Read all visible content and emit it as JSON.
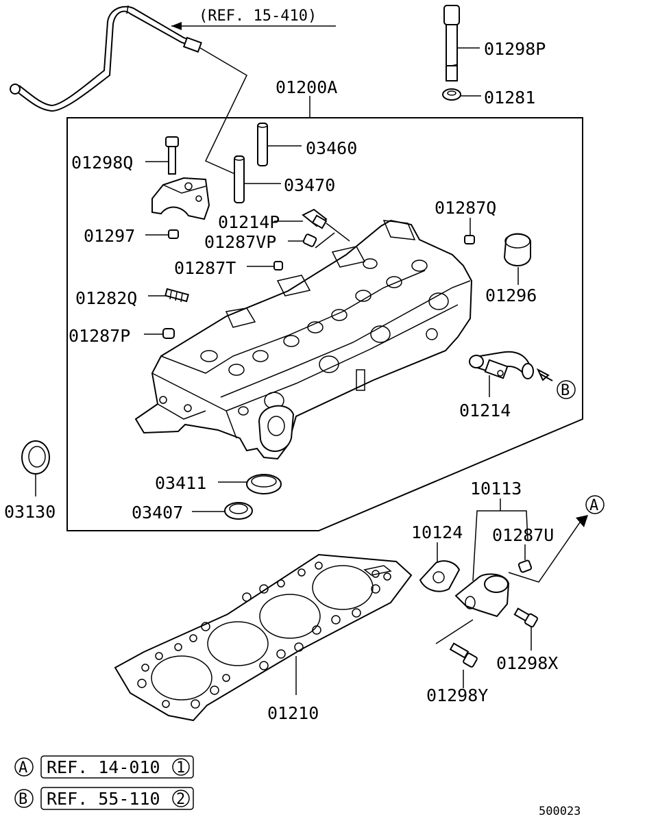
{
  "diagram": {
    "ref_top": "(REF. 15-410)",
    "assembly_label": "01200A",
    "drawing_number": "500023",
    "parts": {
      "p01298P": "01298P",
      "p01281": "01281",
      "p03460": "03460",
      "p01298Q": "01298Q",
      "p03470": "03470",
      "p01287Q": "01287Q",
      "p01214P": "01214P",
      "p01297": "01297",
      "p01287VP": "01287VP",
      "p01287T": "01287T",
      "p01296": "01296",
      "p01282Q": "01282Q",
      "p01287P": "01287P",
      "p01214": "01214",
      "p03411": "03411",
      "p03130": "03130",
      "p03407": "03407",
      "p10113": "10113",
      "p10124": "10124",
      "p01287U": "01287U",
      "p01298X": "01298X",
      "p01298Y": "01298Y",
      "p01210": "01210"
    },
    "markers": {
      "a": "A",
      "b": "B"
    },
    "legend": [
      {
        "marker": "A",
        "ref": "REF. 14-010",
        "num": "1"
      },
      {
        "marker": "B",
        "ref": "REF. 55-110",
        "num": "2"
      }
    ]
  }
}
